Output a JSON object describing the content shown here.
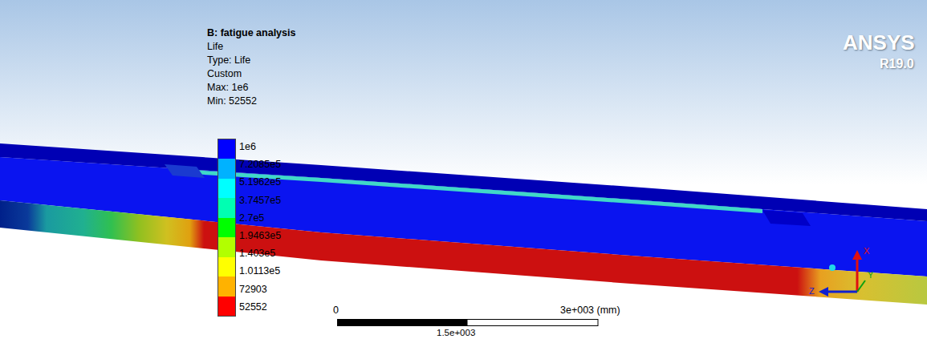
{
  "diagram": {
    "title": "B: fatigue analysis",
    "labels": [
      "Life",
      "Type: Life",
      "Custom",
      "Max: 1e6",
      "Min: 52552",
      "52552",
      "0",
      "3e+003 (mm)",
      "1.5e+003",
      "X",
      "Y",
      "Z",
      "ANSYS",
      "R19.0"
    ],
    "legend": [
      {
        "text": "1e6",
        "color": "#0000FF"
      },
      {
        "text": "7.2085e5",
        "color": "#00B2FF"
      },
      {
        "text": "5.1962e5",
        "color": "#00FFFF"
      },
      {
        "text": "3.7457e5",
        "color": "#00FFB2"
      },
      {
        "text": "2.7e5",
        "color": "#00FF00"
      },
      {
        "text": "1.9463e5",
        "color": "#B2FF00"
      },
      {
        "text": "1.403e5",
        "color": "#FFFF00"
      },
      {
        "text": "1.0113e5",
        "color": "#FFB200"
      },
      {
        "text": "72903",
        "color": "#FF0000"
      }
    ]
  }
}
